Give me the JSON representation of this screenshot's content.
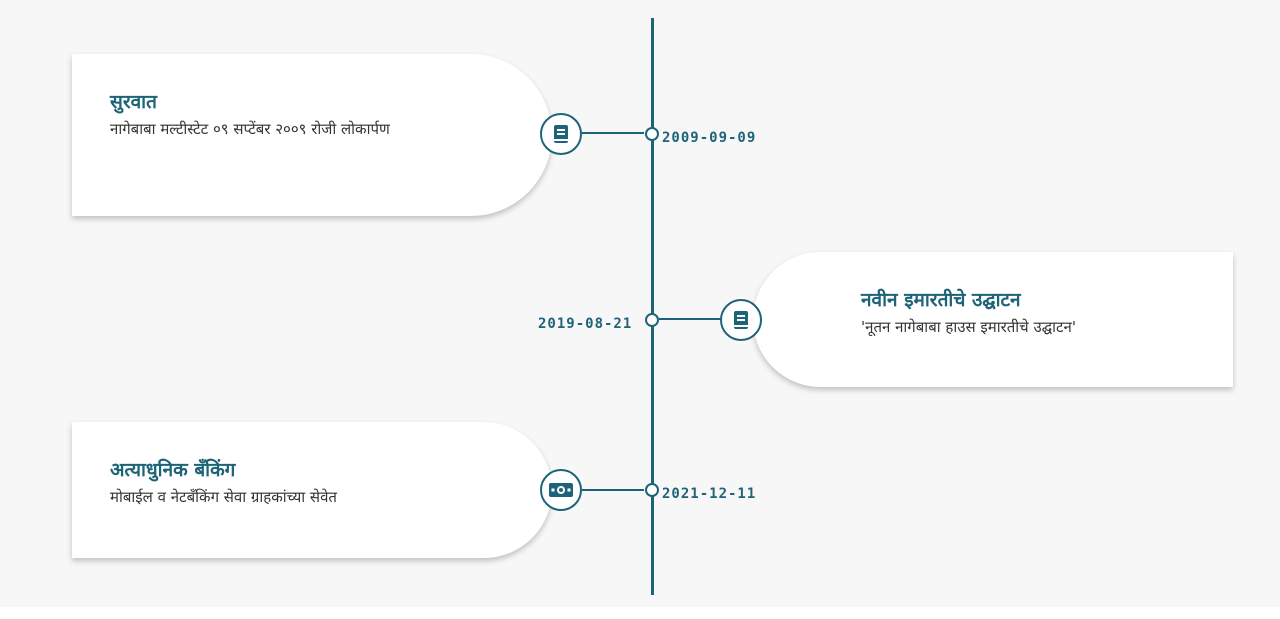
{
  "colors": {
    "accent": "#1d6478",
    "background": "#f7f7f7",
    "card": "#ffffff",
    "text": "#333333"
  },
  "events": [
    {
      "title": "सुरवात",
      "description": "नागेबाबा मल्टीस्टेट ०९ सप्टेंबर २००९ रोजी लोकार्पण",
      "date": "2009-09-09",
      "icon": "book-icon"
    },
    {
      "title": "नवीन इमारतीचे उद्घाटन",
      "description": "'नूतन नागेबाबा हाउस इमारतीचे उद्घाटन'",
      "date": "2019-08-21",
      "icon": "book-icon"
    },
    {
      "title": "अत्याधुनिक बँकिंग",
      "description": "मोबाईल व नेटबँकिंग सेवा ग्राहकांच्या सेवेत",
      "date": "2021-12-11",
      "icon": "money-icon"
    }
  ]
}
